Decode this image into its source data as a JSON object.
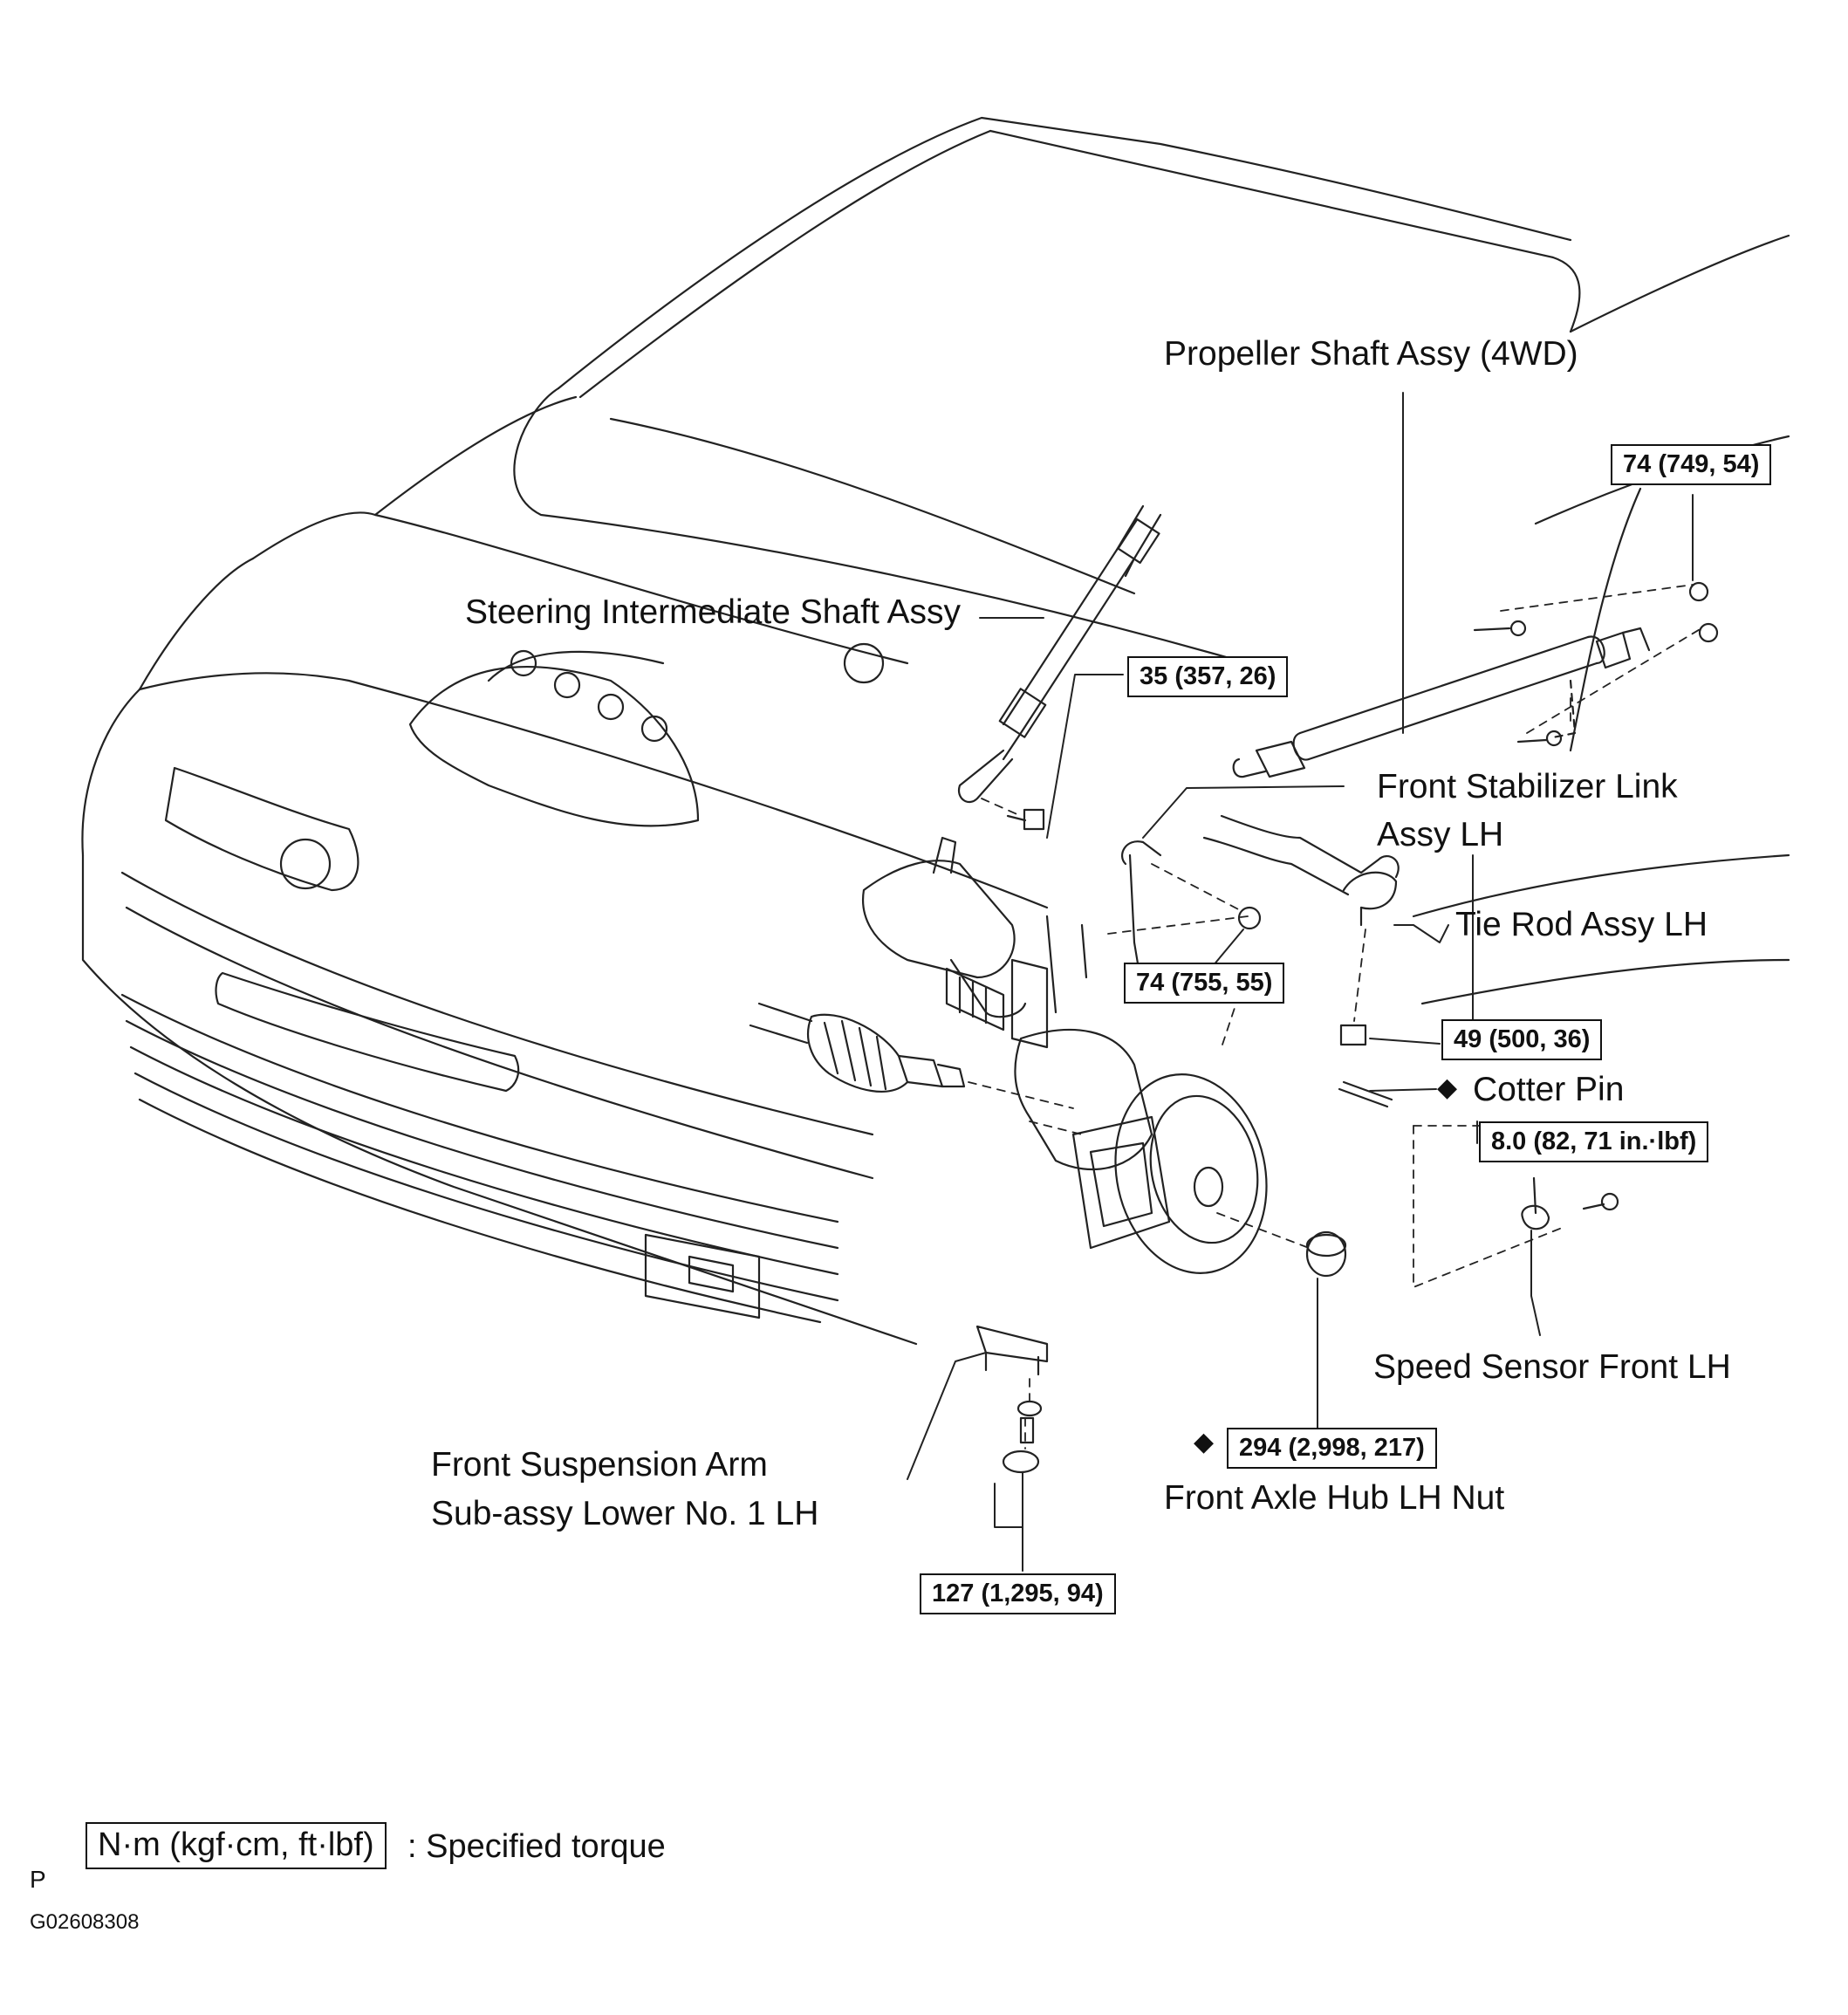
{
  "labels": {
    "propeller_shaft": "Propeller Shaft Assy (4WD)",
    "steering_shaft": "Steering Intermediate Shaft Assy",
    "stabilizer_link_l1": "Front Stabilizer Link",
    "stabilizer_link_l2": "Assy LH",
    "tie_rod": "Tie Rod Assy LH",
    "cotter_pin": "Cotter Pin",
    "speed_sensor": "Speed Sensor Front LH",
    "suspension_arm_l1": "Front Suspension Arm",
    "suspension_arm_l2": "Sub-assy Lower No. 1 LH",
    "axle_hub_nut": "Front Axle Hub LH Nut"
  },
  "torques": {
    "propeller_flange": "74 (749, 54)",
    "steering_bolt": "35 (357, 26)",
    "stabilizer_nut": "74 (755, 55)",
    "tie_rod_nut": "49 (500, 36)",
    "speed_sensor_bolt": "8.0 (82, 71 in.·lbf)",
    "axle_hub_nut": "294 (2,998, 217)",
    "suspension_arm": "127 (1,295, 94)"
  },
  "symbols": {
    "non_reusable": "◆"
  },
  "legend": {
    "unit": "N·m (kgf·cm, ft·lbf)",
    "text": ": Specified torque"
  },
  "footer": {
    "code_letter": "P",
    "figure_id": "G02608308"
  }
}
